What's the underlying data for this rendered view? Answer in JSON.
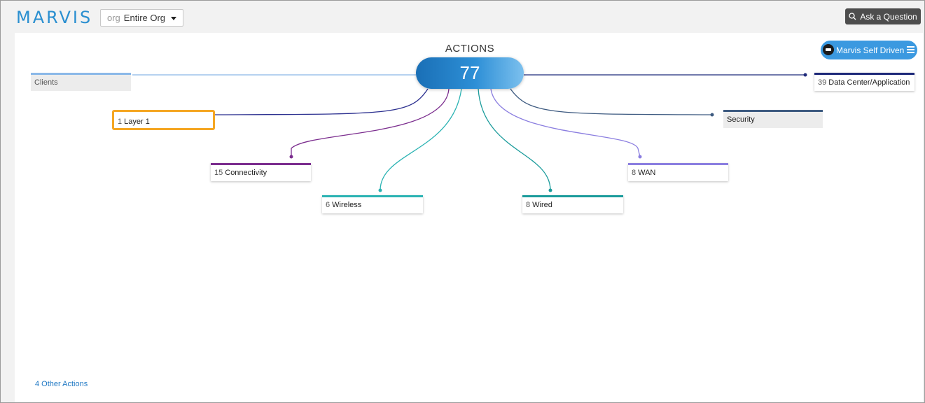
{
  "header": {
    "logo": "MARVIS",
    "org_prefix": "org",
    "org_value": "Entire Org",
    "ask_label": "Ask a Question"
  },
  "main": {
    "title": "ACTIONS",
    "total": "77",
    "self_driven_label": "Marvis Self Driven",
    "other_actions": "4 Other Actions"
  },
  "categories": {
    "clients": {
      "count": "",
      "label": "Clients",
      "color": "#8ab8e8"
    },
    "layer1": {
      "count": "1",
      "label": "Layer 1",
      "color": "#2b2f8f"
    },
    "connectivity": {
      "count": "15",
      "label": "Connectivity",
      "color": "#7b2d8e"
    },
    "wireless": {
      "count": "6",
      "label": "Wireless",
      "color": "#2bb3b3"
    },
    "wired": {
      "count": "8",
      "label": "Wired",
      "color": "#1a9b9b"
    },
    "wan": {
      "count": "8",
      "label": "WAN",
      "color": "#8b7ee0"
    },
    "security": {
      "count": "",
      "label": "Security",
      "color": "#3d5a80"
    },
    "datacenter": {
      "count": "39",
      "label": "Data Center/Application",
      "color": "#1f2a7a"
    }
  }
}
